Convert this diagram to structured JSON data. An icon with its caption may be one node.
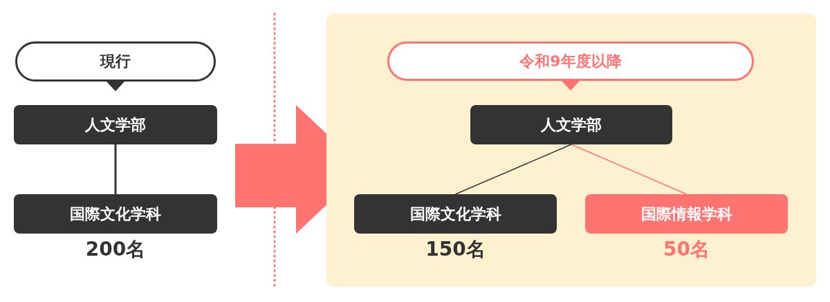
{
  "diagram": {
    "nodes": [
      {
        "text": [
          "現行"
        ]
      },
      {
        "text": [
          "人文学部"
        ]
      },
      {
        "text": [
          "国際文化学科"
        ],
        "beside": [
          "200名"
        ]
      },
      {
        "text": [],
        "shape": "box"
      },
      {
        "text": [
          "令和9年度以降"
        ],
        "in": 3
      },
      {
        "text": [
          "人文学部"
        ],
        "in": 3
      },
      {
        "text": [
          "国際文化学科"
        ],
        "in": 3,
        "beside": [
          "150名"
        ]
      },
      {
        "text": [
          "国際情報学科"
        ],
        "in": 3,
        "beside": [
          "50名"
        ]
      }
    ],
    "edges": [
      {
        "from": 1,
        "to": 2,
        "arrow": "none"
      },
      {
        "from": 5,
        "to": 6,
        "arrow": "none"
      },
      {
        "from": 5,
        "to": 7,
        "arrow": "none",
        "color": "#ff7370"
      }
    ]
  }
}
